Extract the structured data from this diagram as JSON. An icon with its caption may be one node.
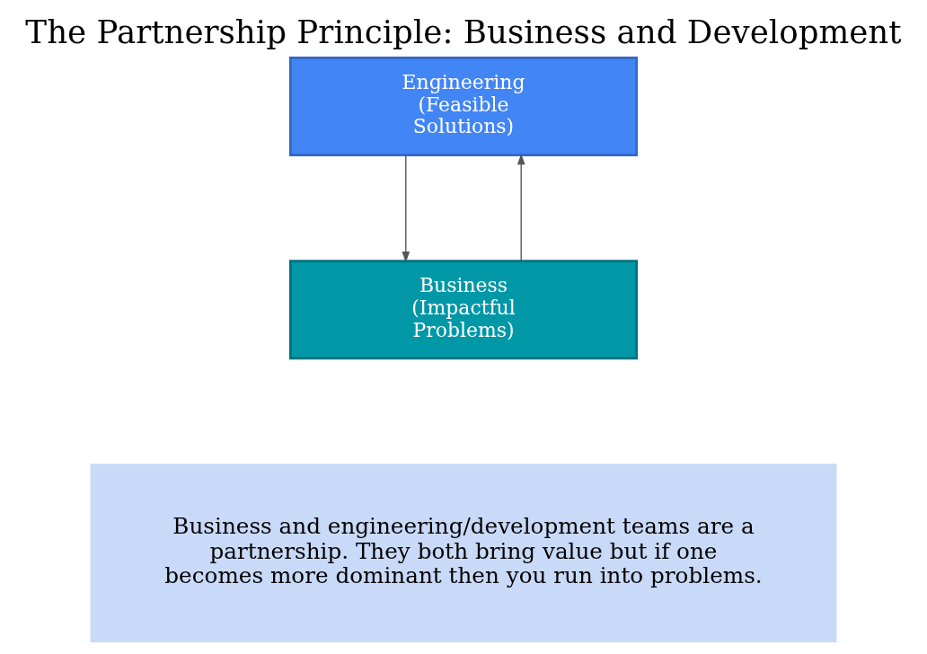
{
  "diagram": {
    "title": "The Partnership Principle: Business and Development",
    "nodes": [
      {
        "text": [
          "Engineering (Feasible Solutions)"
        ]
      },
      {
        "text": [
          "Business (Impactful Problems)"
        ]
      },
      {
        "text": [
          "Business and engineering/development teams are a partnership. They both bring value but if one becomes more dominant then you run into problems."
        ]
      }
    ],
    "edges": [
      {
        "from": 1,
        "to": 0,
        "arrow": "to"
      },
      {
        "from": 0,
        "to": 1,
        "arrow": "to"
      }
    ]
  }
}
